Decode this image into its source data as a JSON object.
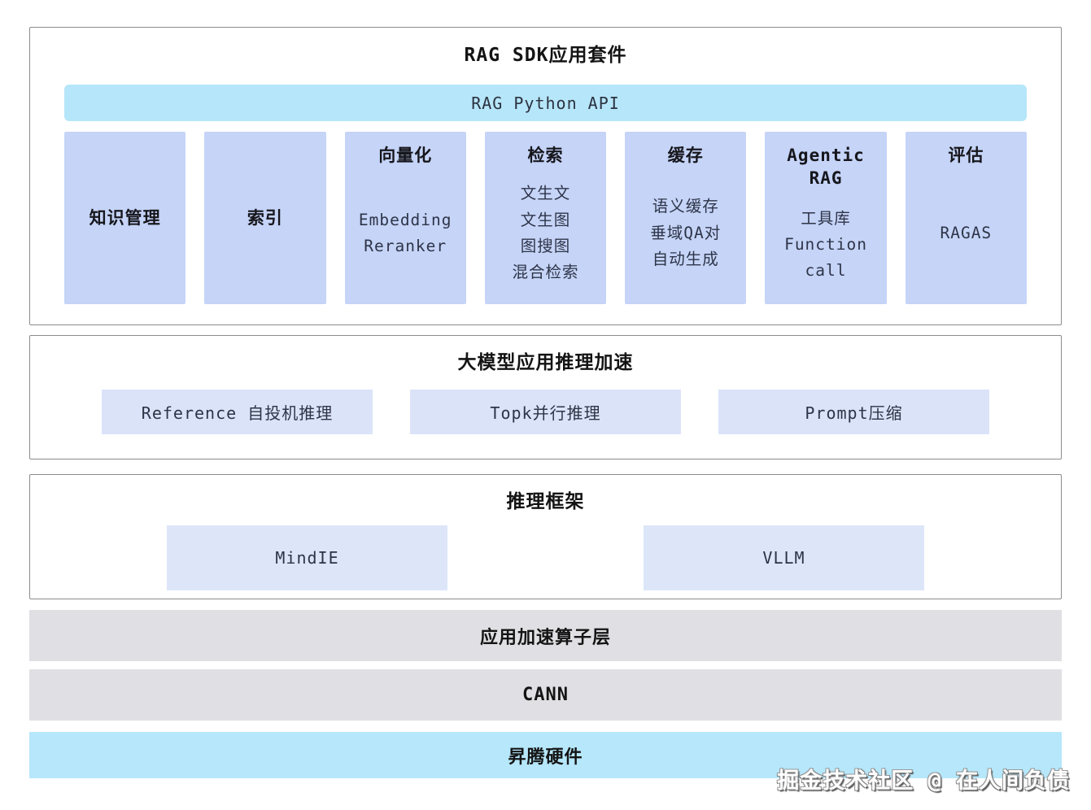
{
  "colors": {
    "cyan_bar": "#b6e6f9",
    "column_blue": "#c5d4f7",
    "light_blue_item": "#dbe3f8",
    "gray_bar": "#e0e0e4",
    "box_border": "#8c8c8c"
  },
  "sdk_section": {
    "title": "RAG SDK应用套件",
    "api_bar_label": "RAG Python API",
    "columns": [
      {
        "header": "知识管理",
        "lines": []
      },
      {
        "header": "索引",
        "lines": []
      },
      {
        "header": "向量化",
        "lines": [
          "Embedding",
          "Reranker"
        ]
      },
      {
        "header": "检索",
        "lines": [
          "文生文",
          "文生图",
          "图搜图",
          "混合检索"
        ]
      },
      {
        "header": "缓存",
        "lines": [
          "语义缓存",
          "垂域QA对",
          "自动生成"
        ]
      },
      {
        "header": "Agentic RAG",
        "lines": [
          "工具库",
          "Function",
          "call"
        ]
      },
      {
        "header": "评估",
        "lines": [
          "RAGAS"
        ]
      }
    ]
  },
  "accel_section": {
    "title": "大模型应用推理加速",
    "items": [
      {
        "label": "Reference 自投机推理"
      },
      {
        "label": "Topk并行推理"
      },
      {
        "label": "Prompt压缩"
      }
    ]
  },
  "framework_section": {
    "title": "推理框架",
    "items": [
      {
        "label": "MindIE"
      },
      {
        "label": "VLLM"
      }
    ]
  },
  "layer_bars": [
    {
      "label": "应用加速算子层"
    },
    {
      "label": "CANN"
    },
    {
      "label": "昇腾硬件"
    }
  ],
  "watermark": {
    "text": "掘金技术社区 @ 在人间负债"
  }
}
